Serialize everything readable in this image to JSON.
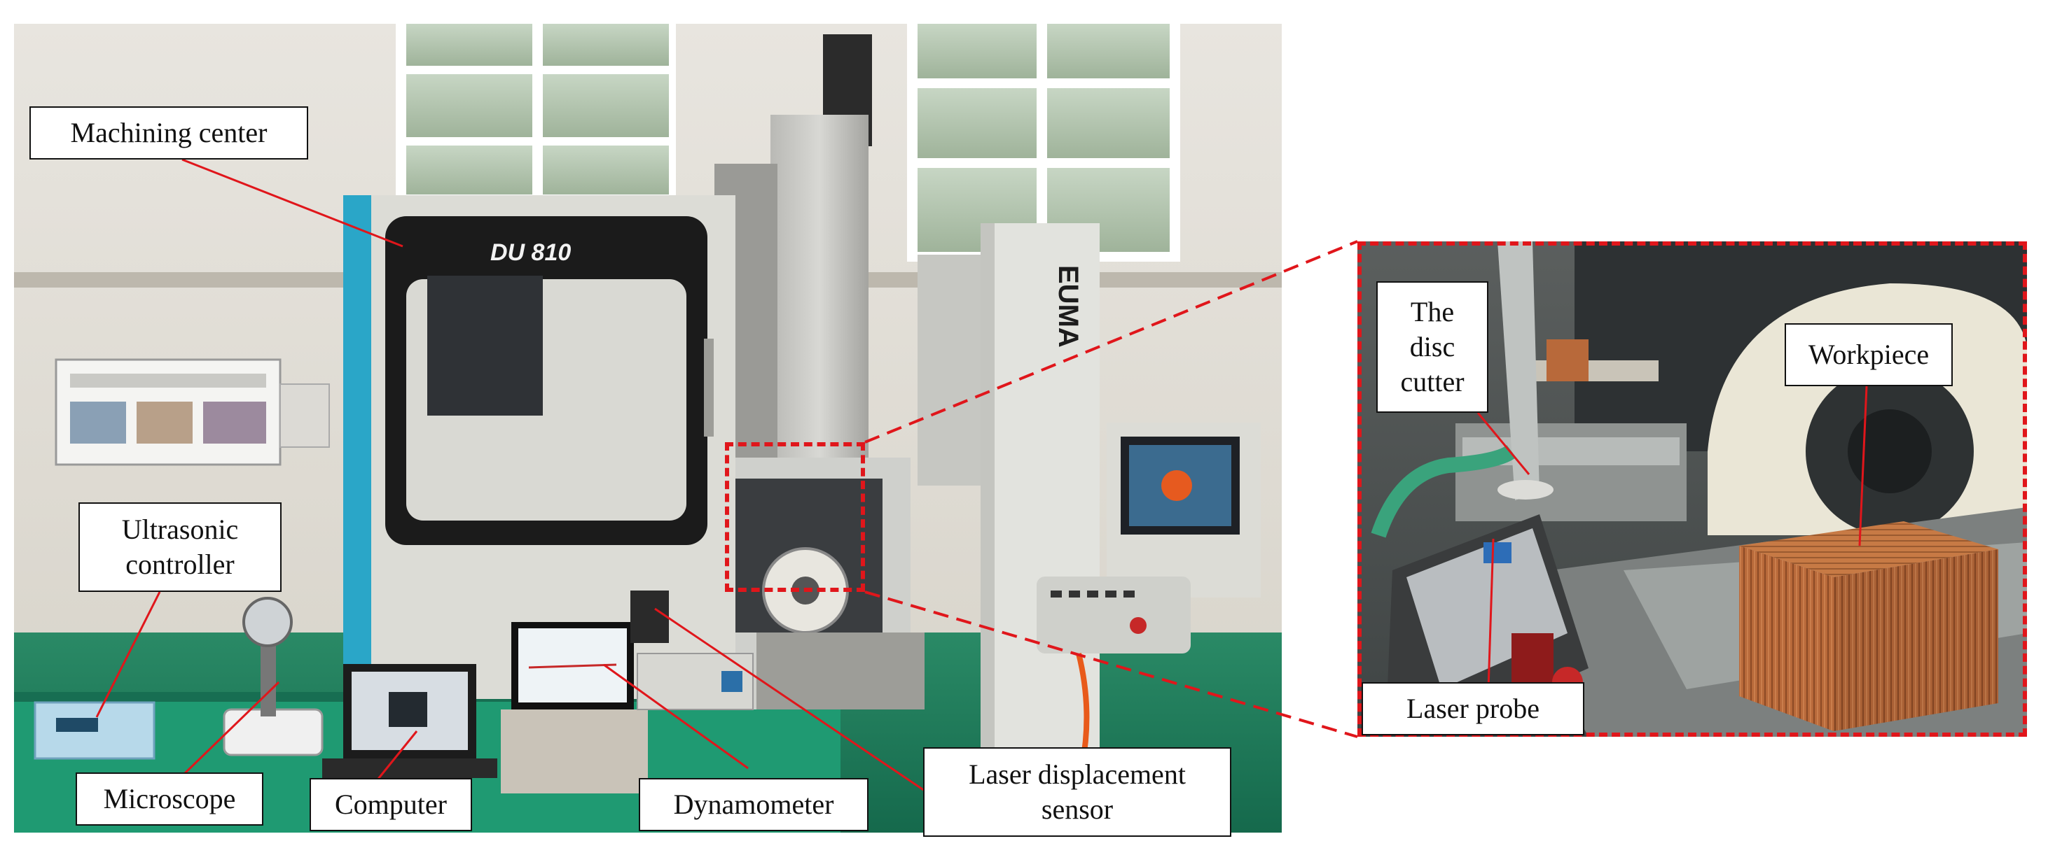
{
  "labels": {
    "machining_center": "Machining center",
    "ultrasonic_controller": "Ultrasonic\ncontroller",
    "microscope": "Microscope",
    "computer": "Computer",
    "dynamometer": "Dynamometer",
    "laser_displacement_sensor": "Laser displacement\nsensor",
    "disc_cutter": "The\ndisc\ncutter",
    "workpiece": "Workpiece",
    "laser_probe": "Laser probe"
  },
  "machine": {
    "model_text": "DU  810",
    "brand_text": "EUMA"
  },
  "colors": {
    "annotation_red": "#e0161b",
    "label_border": "#111111",
    "machine_teal": "#2aa6c8",
    "machine_body": "#d9dad5",
    "bench_green": "#1d8f6c",
    "workpiece_copper": "#b8693a"
  }
}
